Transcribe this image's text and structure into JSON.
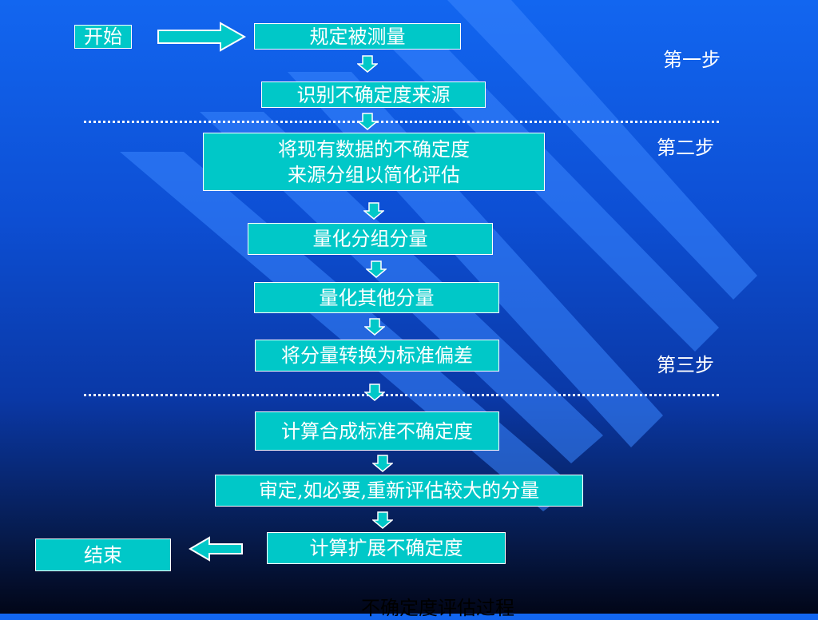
{
  "steps": {
    "start": "开始",
    "define": "规定被测量",
    "identify": "识别不确定度来源",
    "group_line1": "将现有数据的不确定度",
    "group_line2": "来源分组以简化评估",
    "quantify_group": "量化分组分量",
    "quantify_other": "量化其他分量",
    "convert": "将分量转换为标准偏差",
    "combined": "计算合成标准不确定度",
    "review": "审定,如必要,重新评估较大的分量",
    "expanded": "计算扩展不确定度",
    "end": "结束"
  },
  "labels": {
    "step1": "第一步",
    "step2": "第二步",
    "step3": "第三步"
  },
  "caption": "不确定度评估过程",
  "colors": {
    "box_fill": "#00c8c8",
    "box_border": "#ffffff",
    "background_top": "#1266f0",
    "background_bottom": "#020618",
    "stripe": "#2f80ff"
  }
}
